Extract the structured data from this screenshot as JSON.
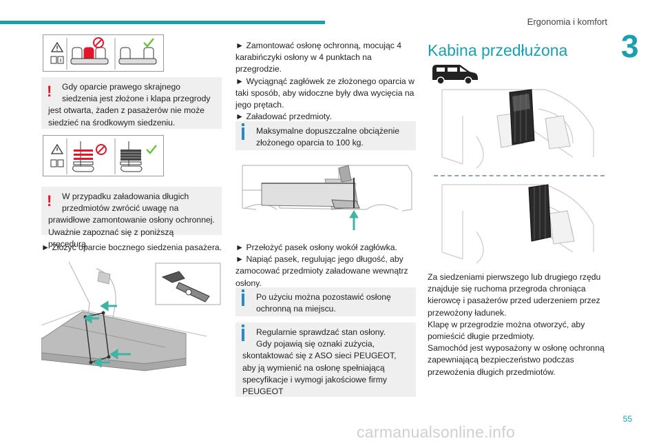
{
  "header": {
    "title": "Ergonomia i komfort",
    "chapter": "3"
  },
  "page": {
    "number": "55"
  },
  "watermark": {
    "text": "carmanualsonline.info"
  },
  "col1": {
    "warn1": {
      "first": "Gdy oparcie prawego skrajnego",
      "indented": "siedzenia jest złożone i klapa przegrody",
      "rest": "jest otwarta, żaden z pasażerów nie może siedzieć na środkowym siedzeniu."
    },
    "warn2": {
      "first": "W przypadku załadowania długich",
      "indented": "przedmiotów zwrócić uwagę na",
      "rest": "prawidłowe zamontowanie osłony ochronnej. Uważnie zapoznać się z poniższą procedurą."
    },
    "step1": "► Złożyć oparcie bocznego siedzenia pasażera."
  },
  "col2": {
    "steps_a": [
      "► Zamontować osłonę ochronną, mocując 4 karabińczyki osłony w 4 punktach na przegrodzie.",
      "► Wyciągnąć zagłówek ze złożonego oparcia w taki sposób, aby widoczne były dwa wycięcia na jego prętach.",
      "► Załadować przedmioty."
    ],
    "info1": "Maksymalne dopuszczalne obciążenie złożonego oparcia to 100 kg.",
    "steps_b": [
      "► Przełożyć pasek osłony wokół zagłówka.",
      "► Napiąć pasek, regulując jego długość, aby zamocować przedmioty załadowane wewnątrz osłony."
    ],
    "info2": "Po użyciu można pozostawić osłonę ochronną na miejscu.",
    "info3": {
      "first": "Regularnie sprawdzać stan osłony.",
      "indented": "Gdy pojawią się oznaki zużycia,",
      "rest": "skontaktować się z ASO sieci PEUGEOT, aby ją wymienić na osłonę spełniającą specyfikacje i wymogi jakościowe firmy PEUGEOT"
    }
  },
  "col3": {
    "title": "Kabina przedłużona",
    "body": [
      "Za siedzeniami pierwszego lub drugiego rzędu znajduje się ruchoma przegroda chroniąca kierowcę i pasażerów przed uderzeniem przez przewożony ładunek.",
      "Klapę w przegrodzie można otworzyć, aby pomieścić długie przedmioty.",
      "Samochód jest wyposażony w osłonę ochronną zapewniającą bezpieczeństwo podczas przewożenia długich przedmiotów."
    ]
  },
  "colors": {
    "accent": "#1a9fad",
    "warning": "#e3152a",
    "info": "#2a8ac9",
    "ok": "#6ac43a",
    "note_bg": "#efefef"
  }
}
